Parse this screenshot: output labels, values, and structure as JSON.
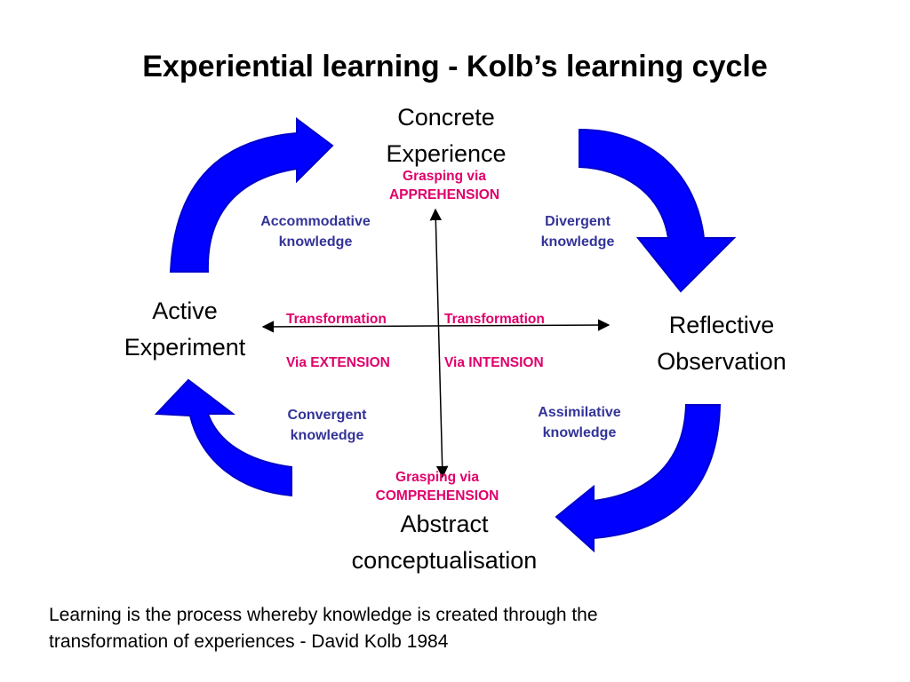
{
  "colors": {
    "arrow_fill": "#0000ff",
    "arrow_stroke": "#0000cc",
    "knowledge_text": "#333399",
    "grasp_text": "#e0006b",
    "axis_line": "#000000"
  },
  "title": "Experiential learning - Kolb’s learning cycle",
  "stages": {
    "concrete": [
      "Concrete",
      "Experience"
    ],
    "reflective": [
      "Reflective",
      "Observation"
    ],
    "abstract": [
      "Abstract",
      "conceptualisation"
    ],
    "active": [
      "Active",
      "Experiment"
    ]
  },
  "grasping": {
    "top": [
      "Grasping via",
      "APPREHENSION"
    ],
    "bottom": [
      "Grasping via",
      "COMPREHENSION"
    ]
  },
  "transformation": {
    "left_top": "Transformation",
    "right_top": "Transformation",
    "left_bottom": "Via EXTENSION",
    "right_bottom": "Via INTENSION"
  },
  "knowledge": {
    "accommodative": [
      "Accommodative",
      "knowledge"
    ],
    "divergent": [
      "Divergent",
      "knowledge"
    ],
    "convergent": [
      "Convergent",
      "knowledge"
    ],
    "assimilative": [
      "Assimilative",
      "knowledge"
    ]
  },
  "quote": [
    "Learning is the process whereby knowledge is created through the",
    "transformation of experiences  - David Kolb 1984"
  ]
}
